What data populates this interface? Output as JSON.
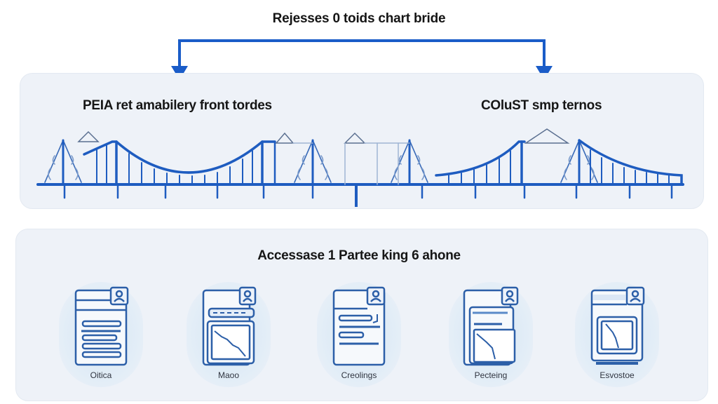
{
  "diagram": {
    "title": "Rejesses 0 toids chart bride",
    "colors": {
      "accent": "#1a5cc8",
      "panel_bg": "#eef2f8",
      "icon_stroke": "#2c5fa8",
      "text": "#161616"
    },
    "top_panel": {
      "left_label": "PEIA  ret amabilery front tordes",
      "right_label": "COluST smp ternos"
    },
    "bottom_panel": {
      "label": "Accessase 1 Partee king 6 ahone",
      "cards": [
        {
          "caption": "Oitica",
          "icon": "document-list-icon"
        },
        {
          "caption": "Maoo",
          "icon": "document-chart-icon"
        },
        {
          "caption": "Creolings",
          "icon": "document-text-icon"
        },
        {
          "caption": "Pecteing",
          "icon": "stacked-documents-chart-icon"
        },
        {
          "caption": "Esvostoe",
          "icon": "monitor-chart-icon"
        }
      ]
    }
  }
}
